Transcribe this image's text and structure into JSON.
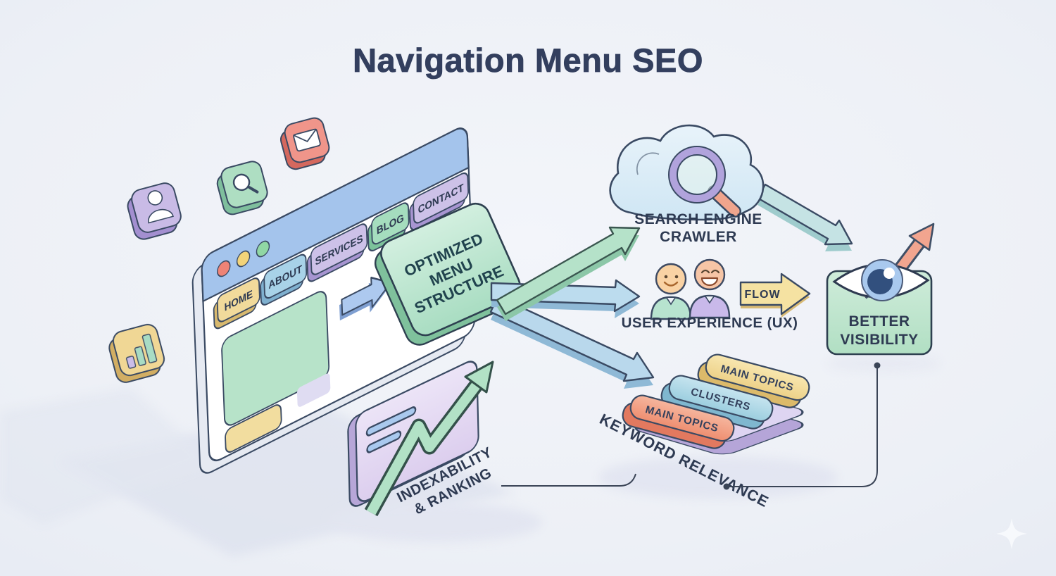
{
  "title": "Navigation Menu SEO",
  "browser_window": {
    "traffic_lights": [
      "red",
      "yellow",
      "green"
    ],
    "nav_items": [
      {
        "label": "HOME",
        "color": "#f1da9b"
      },
      {
        "label": "ABOUT",
        "color": "#a8d2e8"
      },
      {
        "label": "SERVICES",
        "color": "#cdc1e8"
      },
      {
        "label": "BLOG",
        "color": "#a5ddbe"
      },
      {
        "label": "CONTACT",
        "color": "#cdc1e8"
      }
    ]
  },
  "optimized_menu_structure": {
    "line1": "OPTIMIZED",
    "line2": "MENU",
    "line3": "STRUCTURE"
  },
  "search_engine_crawler": {
    "line1": "SEARCH ENGINE",
    "line2": "CRAWLER"
  },
  "user_experience": {
    "label": "USER EXPERIENCE (UX)",
    "flow_label": "FLOW"
  },
  "keyword_relevance": {
    "label": "KEYWORD RELEVANCE",
    "bar_back": "MAIN TOPICS",
    "bar_middle": "CLUSTERS",
    "bar_front": "MAIN TOPICS"
  },
  "better_visibility": {
    "line1": "BETTER",
    "line2": "VISIBILITY"
  },
  "indexability_ranking": {
    "line1": "INDEXABILITY",
    "line2": "& RANKING"
  },
  "icons": {
    "floating": [
      "user-icon",
      "search-icon",
      "mail-icon",
      "bar-chart-icon"
    ],
    "crawler": [
      "cloud-icon",
      "magnifying-glass-icon"
    ],
    "user_experience": [
      "person-icon",
      "person-icon"
    ],
    "better_visibility": [
      "eye-icon",
      "growth-arrow-icon"
    ],
    "indexability": [
      "line-chart-arrow-icon"
    ]
  },
  "colors": {
    "background": "#edf1f7",
    "outline": "#3a4a63",
    "heading_text": "#333f5e",
    "green": "#b2e2c6",
    "blue": "#a9cdec",
    "purple": "#cdc1e8",
    "yellow": "#f2dd9f",
    "salmon": "#f2a18c"
  }
}
